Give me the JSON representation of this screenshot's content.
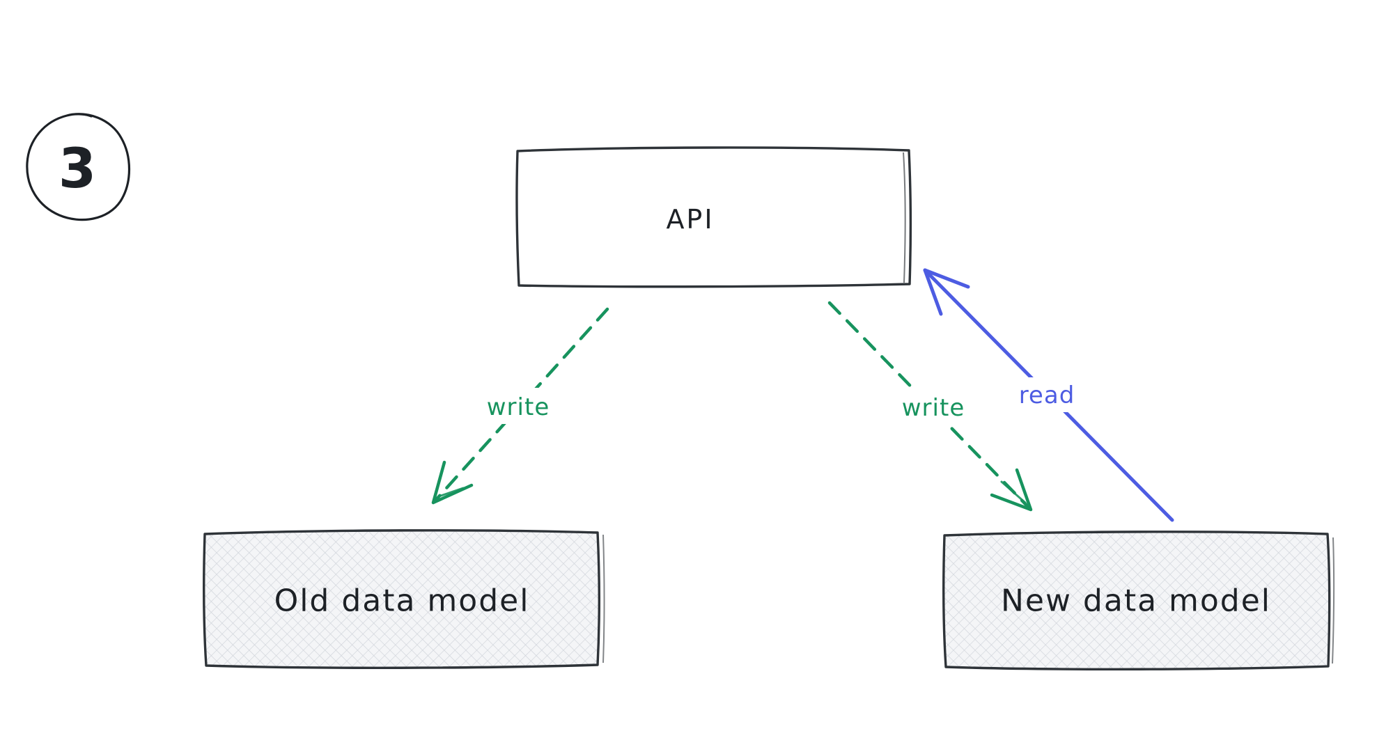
{
  "page": {
    "background": "#ffffff"
  },
  "step_badge": {
    "number": "3"
  },
  "nodes": {
    "api": {
      "label": "API"
    },
    "old_model": {
      "label": "Old data model"
    },
    "new_model": {
      "label": "New data model"
    }
  },
  "edges": {
    "write_to_old": {
      "label": "write",
      "color": "#17935e",
      "line_style": "dashed",
      "from": "api",
      "to": "old_model"
    },
    "write_to_new": {
      "label": "write",
      "color": "#17935e",
      "line_style": "dashed",
      "from": "api",
      "to": "new_model"
    },
    "read_from_new": {
      "label": "read",
      "color": "#4d5ce2",
      "line_style": "solid",
      "from": "new_model",
      "to": "api"
    }
  },
  "colors": {
    "ink": "#1d2126",
    "box_stroke": "#2e3338",
    "hatch_bg": "#f4f5f7",
    "hatch_line": "#d2d6dc"
  }
}
